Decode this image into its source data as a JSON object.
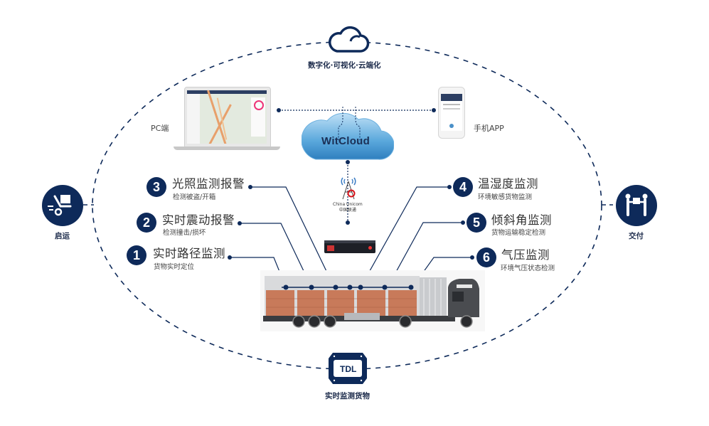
{
  "top": {
    "cloud_icon": "cloud-outline-icon",
    "caption": "数字化·可视化·云端化"
  },
  "clients": {
    "pc": {
      "label": "PC端",
      "icon": "laptop-map-icon"
    },
    "mobile": {
      "label": "手机APP",
      "icon": "smartphone-app-icon"
    }
  },
  "cloud": {
    "name": "WitCloud"
  },
  "carrier": {
    "name_en": "China Unicom",
    "name_cn": "中国联通",
    "icon": "signal-tower-icon"
  },
  "gateway": {
    "icon": "gateway-device-icon"
  },
  "stages": {
    "start": {
      "label": "启运",
      "icon": "hand-truck-icon"
    },
    "deliver": {
      "label": "交付",
      "icon": "handover-icon"
    },
    "monitor": {
      "label": "实时监测货物",
      "device": "TDL"
    }
  },
  "features": [
    {
      "num": "1",
      "title": "实时路径监测",
      "subtitle": "货物实时定位"
    },
    {
      "num": "2",
      "title": "实时震动报警",
      "subtitle": "检测撞击/损坏"
    },
    {
      "num": "3",
      "title": "光照监测报警",
      "subtitle": "检测被盗/开箱"
    },
    {
      "num": "4",
      "title": "温湿度监测",
      "subtitle": "环境敏感货物监测"
    },
    {
      "num": "5",
      "title": "倾斜角监测",
      "subtitle": "货物运输稳定检测"
    },
    {
      "num": "6",
      "title": "气压监测",
      "subtitle": "环境气压状态检测"
    }
  ],
  "colors": {
    "navy": "#0e2a5a",
    "cloud_blue": "#5aa8dc",
    "cargo": "#c87a5a",
    "unicom_red": "#d7141a"
  }
}
